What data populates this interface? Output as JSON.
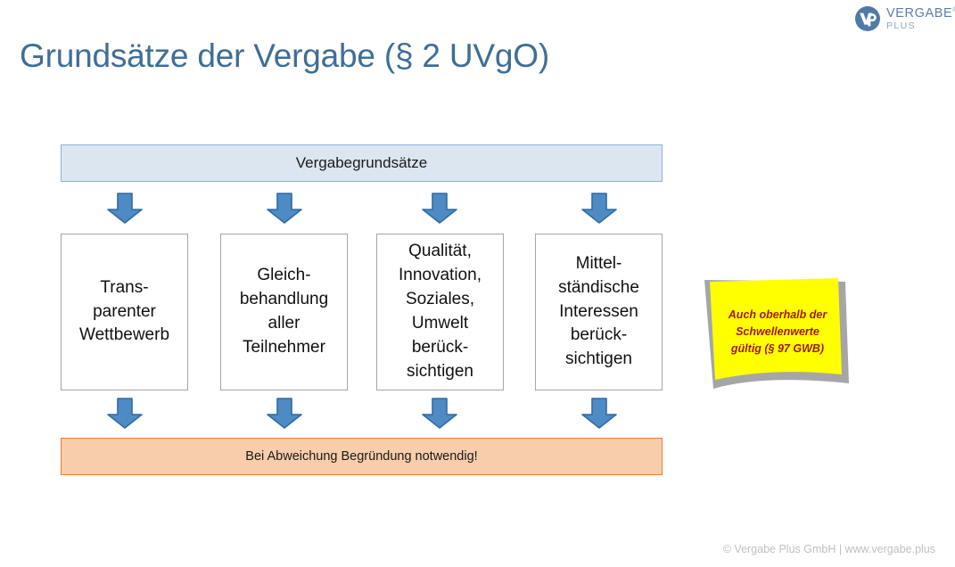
{
  "brand": {
    "logo_icon": "vp-monogram-icon",
    "name_line1": "VERGABE",
    "registered_mark": "®",
    "name_line2": "PLUS",
    "color": "#5b7fa6"
  },
  "slide": {
    "title": "Grundsätze der Vergabe (§ 2 UVgO)",
    "title_color": "#3f6e96",
    "background": "#ffffff"
  },
  "diagram": {
    "top_box": {
      "label": "Vergabegrundsätze",
      "fill": "#dce6f1",
      "border": "#8db3d9"
    },
    "principles": [
      {
        "label": "Trans-\nparenter\nWettbewerb"
      },
      {
        "label": "Gleich-\nbehandlung\naller\nTeilnehmer"
      },
      {
        "label": "Qualität,\nInnovation,\nSoziales,\nUmwelt\nberück-\nsichtigen"
      },
      {
        "label": "Mittel-\nständische\nInteressen\nberück-\nsichtigen"
      }
    ],
    "principle_box_style": {
      "fill": "#ffffff",
      "border": "#a6a6a6"
    },
    "bottom_box": {
      "label": "Bei Abweichung Begründung notwendig!",
      "fill": "#f7cdab",
      "border": "#ed7d31"
    },
    "arrow": {
      "icon": "arrow-down-icon",
      "fill": "#4e8ac4",
      "stroke": "#2e6ca4",
      "count_top": 4,
      "count_bottom": 4
    }
  },
  "note": {
    "icon": "sticky-note-icon",
    "text": "Auch oberhalb der\nSchwellenwerte\ngültig (§ 97 GWB)",
    "fill": "#ffff00",
    "text_color": "#9e1a14",
    "shadow_color": "#a6a6a6"
  },
  "footer": {
    "text": "© Vergabe Plus GmbH | www.vergabe.plus",
    "color": "#bfbfbf"
  }
}
